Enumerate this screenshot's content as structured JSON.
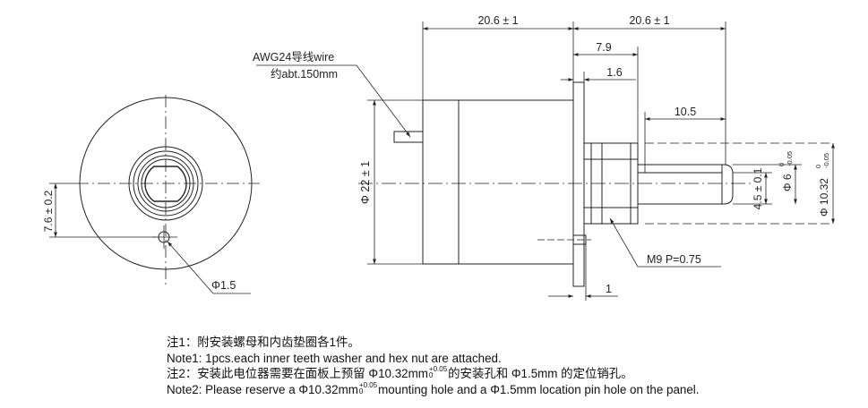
{
  "dimensions": {
    "body_length": "20.6 ± 1",
    "shaft_length": "20.6 ± 1",
    "thread_length": "7.9",
    "flange_thickness": "1.6",
    "flat_length": "10.5",
    "body_diameter": "Φ 22 ± 1",
    "pin_offset": "7.6 ± 0.2",
    "pin_diameter": "Φ1.5",
    "flat_height": "4.5 ± 0.1",
    "shaft_diameter": "Φ 6",
    "shaft_tol_upper": "0",
    "shaft_tol_lower": "-0.05",
    "thread_diameter": "Φ 10.32",
    "thread_tol_upper": "0",
    "thread_tol_lower": "-0.05",
    "thread_spec": "M9 P=0.75",
    "pin_projection": "1"
  },
  "wire_label": {
    "line1": "AWG24导线wire",
    "line2": "约abt.150mm"
  },
  "notes": {
    "note1_cn": "注1：附安装螺母和内齿垫圈各1件。",
    "note1_en": "Note1: 1pcs.each inner teeth washer and hex nut are attached.",
    "note2_cn_a": "注2：安装此电位器需要在面板上预留 Φ10.32mm",
    "note2_cn_b": "的安装孔和 Φ1.5mm 的定位销孔。",
    "note2_en_a": "Note2: Please reserve a Φ10.32mm",
    "note2_en_b": "mounting hole and a Φ1.5mm location pin hole on the panel.",
    "tol_upper": "+0.05",
    "tol_lower": "0"
  }
}
